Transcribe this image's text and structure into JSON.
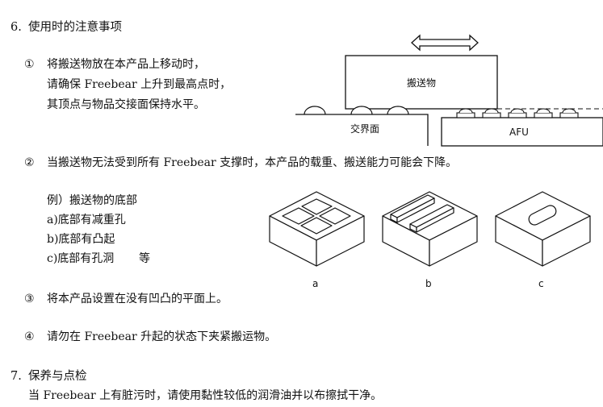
{
  "section6": {
    "number": "6.",
    "title": "使用时的注意事项"
  },
  "item1": {
    "marker": "①",
    "line1": "将搬送物放在本产品上移动时，",
    "line2": "请确保 Freebear 上升到最高点时，",
    "line3": "其顶点与物品交接面保持水平。"
  },
  "diagram1": {
    "object_label": "搬送物",
    "interface_label": "交界面",
    "afu_label": "AFU",
    "arrow_icon": "double-arrow-icon"
  },
  "item2": {
    "marker": "②",
    "text": "当搬送物无法受到所有 Freebear 支撑时，本产品的载重、搬送能力可能会下降。"
  },
  "examples": {
    "heading": "例）搬送物的底部",
    "a": "a)底部有减重孔",
    "b": "b)底部有凸起",
    "c": "c)底部有孔洞",
    "etc": "等"
  },
  "box_labels": {
    "a": "a",
    "b": "b",
    "c": "c"
  },
  "item3": {
    "marker": "③",
    "text": "将本产品设置在没有凹凸的平面上。"
  },
  "item4": {
    "marker": "④",
    "text": "请勿在 Freebear 升起的状态下夹紧搬运物。"
  },
  "section7": {
    "number": "7.",
    "title": "保养与点检",
    "text": "当 Freebear 上有脏污时，请使用黏性较低的润滑油并以布擦拭干净。"
  }
}
